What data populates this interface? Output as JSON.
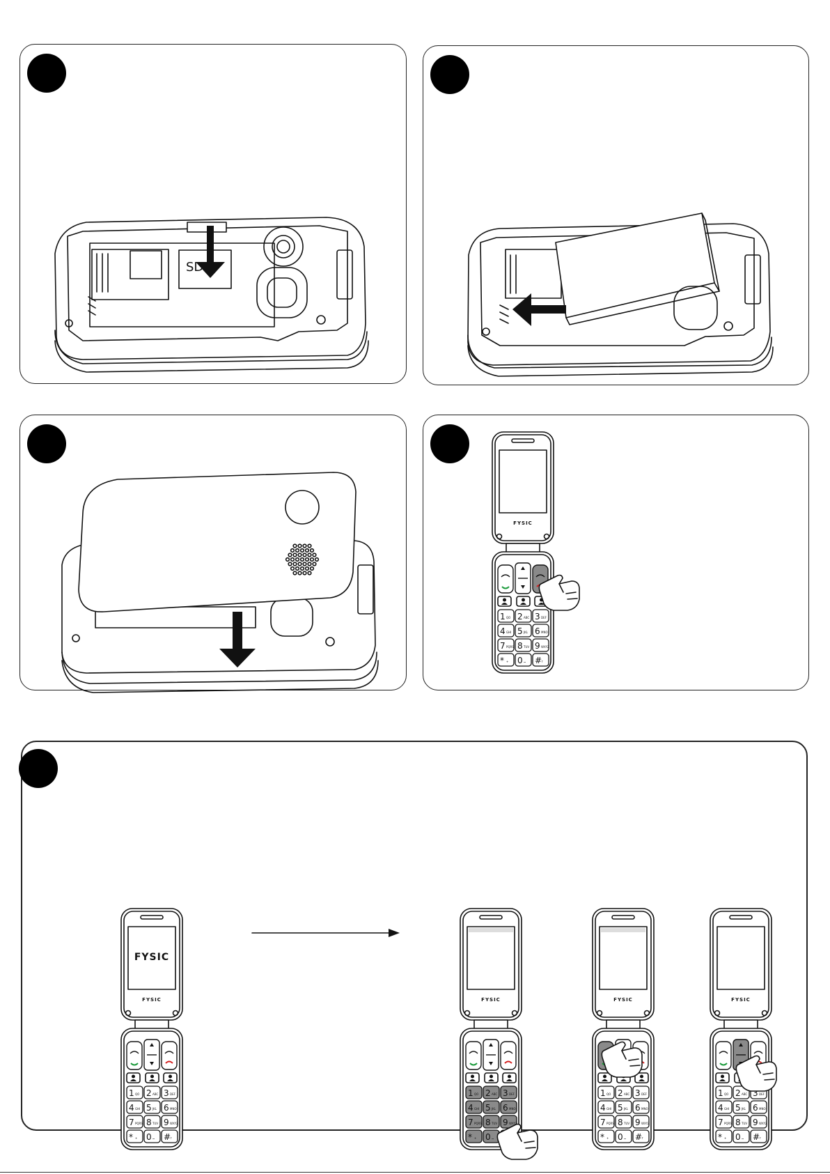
{
  "panels": [
    {
      "id": "step-1",
      "description_text": ""
    },
    {
      "id": "step-2",
      "description_text": ""
    },
    {
      "id": "step-3",
      "description_text": ""
    },
    {
      "id": "step-4",
      "description_text": ""
    },
    {
      "id": "step-5",
      "description_text": ""
    }
  ],
  "sd_label": "SD",
  "phone": {
    "brand": "FYSIC",
    "keys": [
      {
        "num": "1",
        "sub": "QO"
      },
      {
        "num": "2",
        "sub": "ABC"
      },
      {
        "num": "3",
        "sub": "DEF"
      },
      {
        "num": "4",
        "sub": "GHI"
      },
      {
        "num": "5",
        "sub": "JKL"
      },
      {
        "num": "6",
        "sub": "MNO"
      },
      {
        "num": "7",
        "sub": "PQRS"
      },
      {
        "num": "8",
        "sub": "TUV"
      },
      {
        "num": "9",
        "sub": "WXYZ"
      },
      {
        "num": "*",
        "sub": "+"
      },
      {
        "num": "0",
        "sub": "⌴"
      },
      {
        "num": "#",
        "sub": "↑"
      }
    ]
  },
  "colors": {
    "highlight": "#8a8a8a",
    "call_green": "#1a9a3a",
    "end_red": "#d42020",
    "ink": "#111111"
  }
}
